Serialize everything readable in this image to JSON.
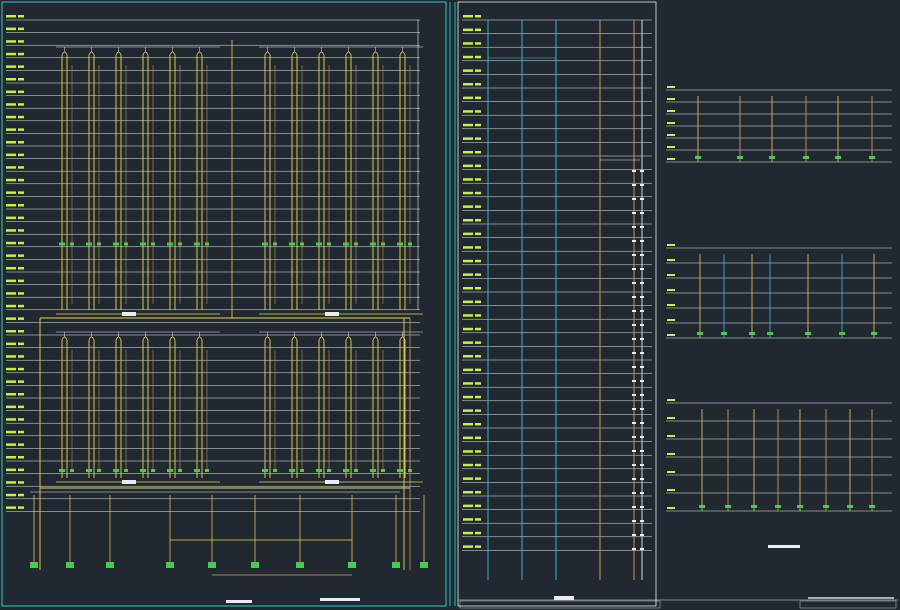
{
  "drawing": {
    "colors": {
      "background": "#212830",
      "frame": "#1fb6b6",
      "floor_line": "#e8ecef",
      "floor_label": "#c8f03c",
      "riser_yellow": "#e6d84a",
      "riser_orange": "#d9a25a",
      "riser_cyan": "#2ec8d6",
      "valve_green": "#3fcf4a",
      "title_block": "#ffffff"
    },
    "sheets": [
      {
        "name": "riser-diagram-main-left",
        "floor_count": 40,
        "upper_zone_riser_groups": 2,
        "risers_per_group": 6,
        "lower_zone_riser_groups": 2
      },
      {
        "name": "riser-diagram-main-center",
        "floor_count": 40,
        "risers": 6
      },
      {
        "name": "detail-diagrams-right",
        "detail_count": 3
      }
    ],
    "icons": [
      "gate-valve-icon",
      "pump-icon",
      "water-tank-icon",
      "check-valve-icon"
    ]
  }
}
